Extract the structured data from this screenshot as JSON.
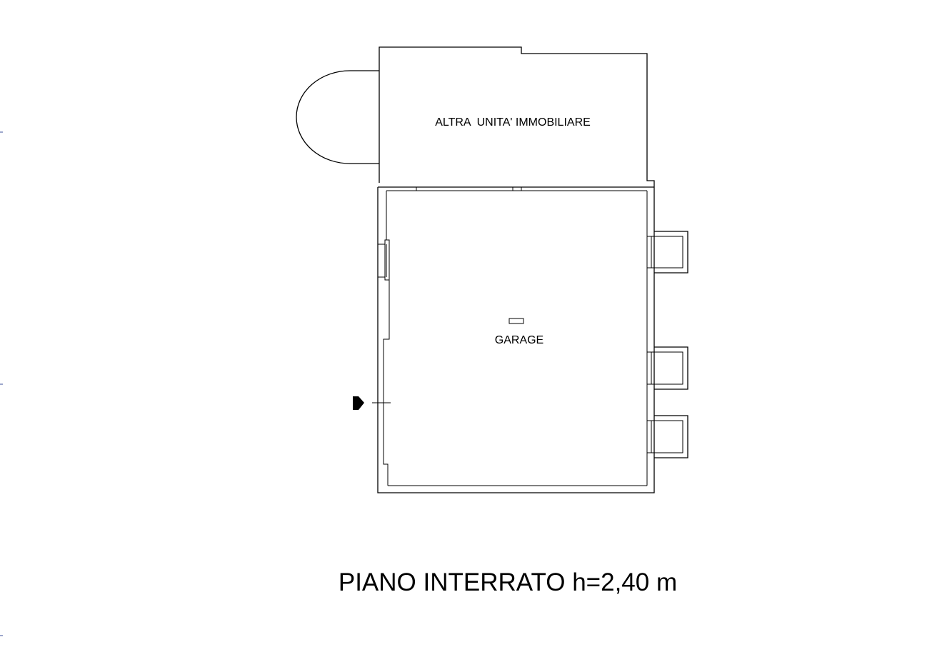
{
  "plan": {
    "neighbor_unit_label": "ALTRA  UNITA' IMMOBILIARE",
    "garage_label": "GARAGE",
    "floor_title": "PIANO INTERRATO h=2,40 m"
  },
  "colors": {
    "lines": "#000000",
    "background": "#ffffff",
    "margin_ticks": "#3b4f9a"
  }
}
